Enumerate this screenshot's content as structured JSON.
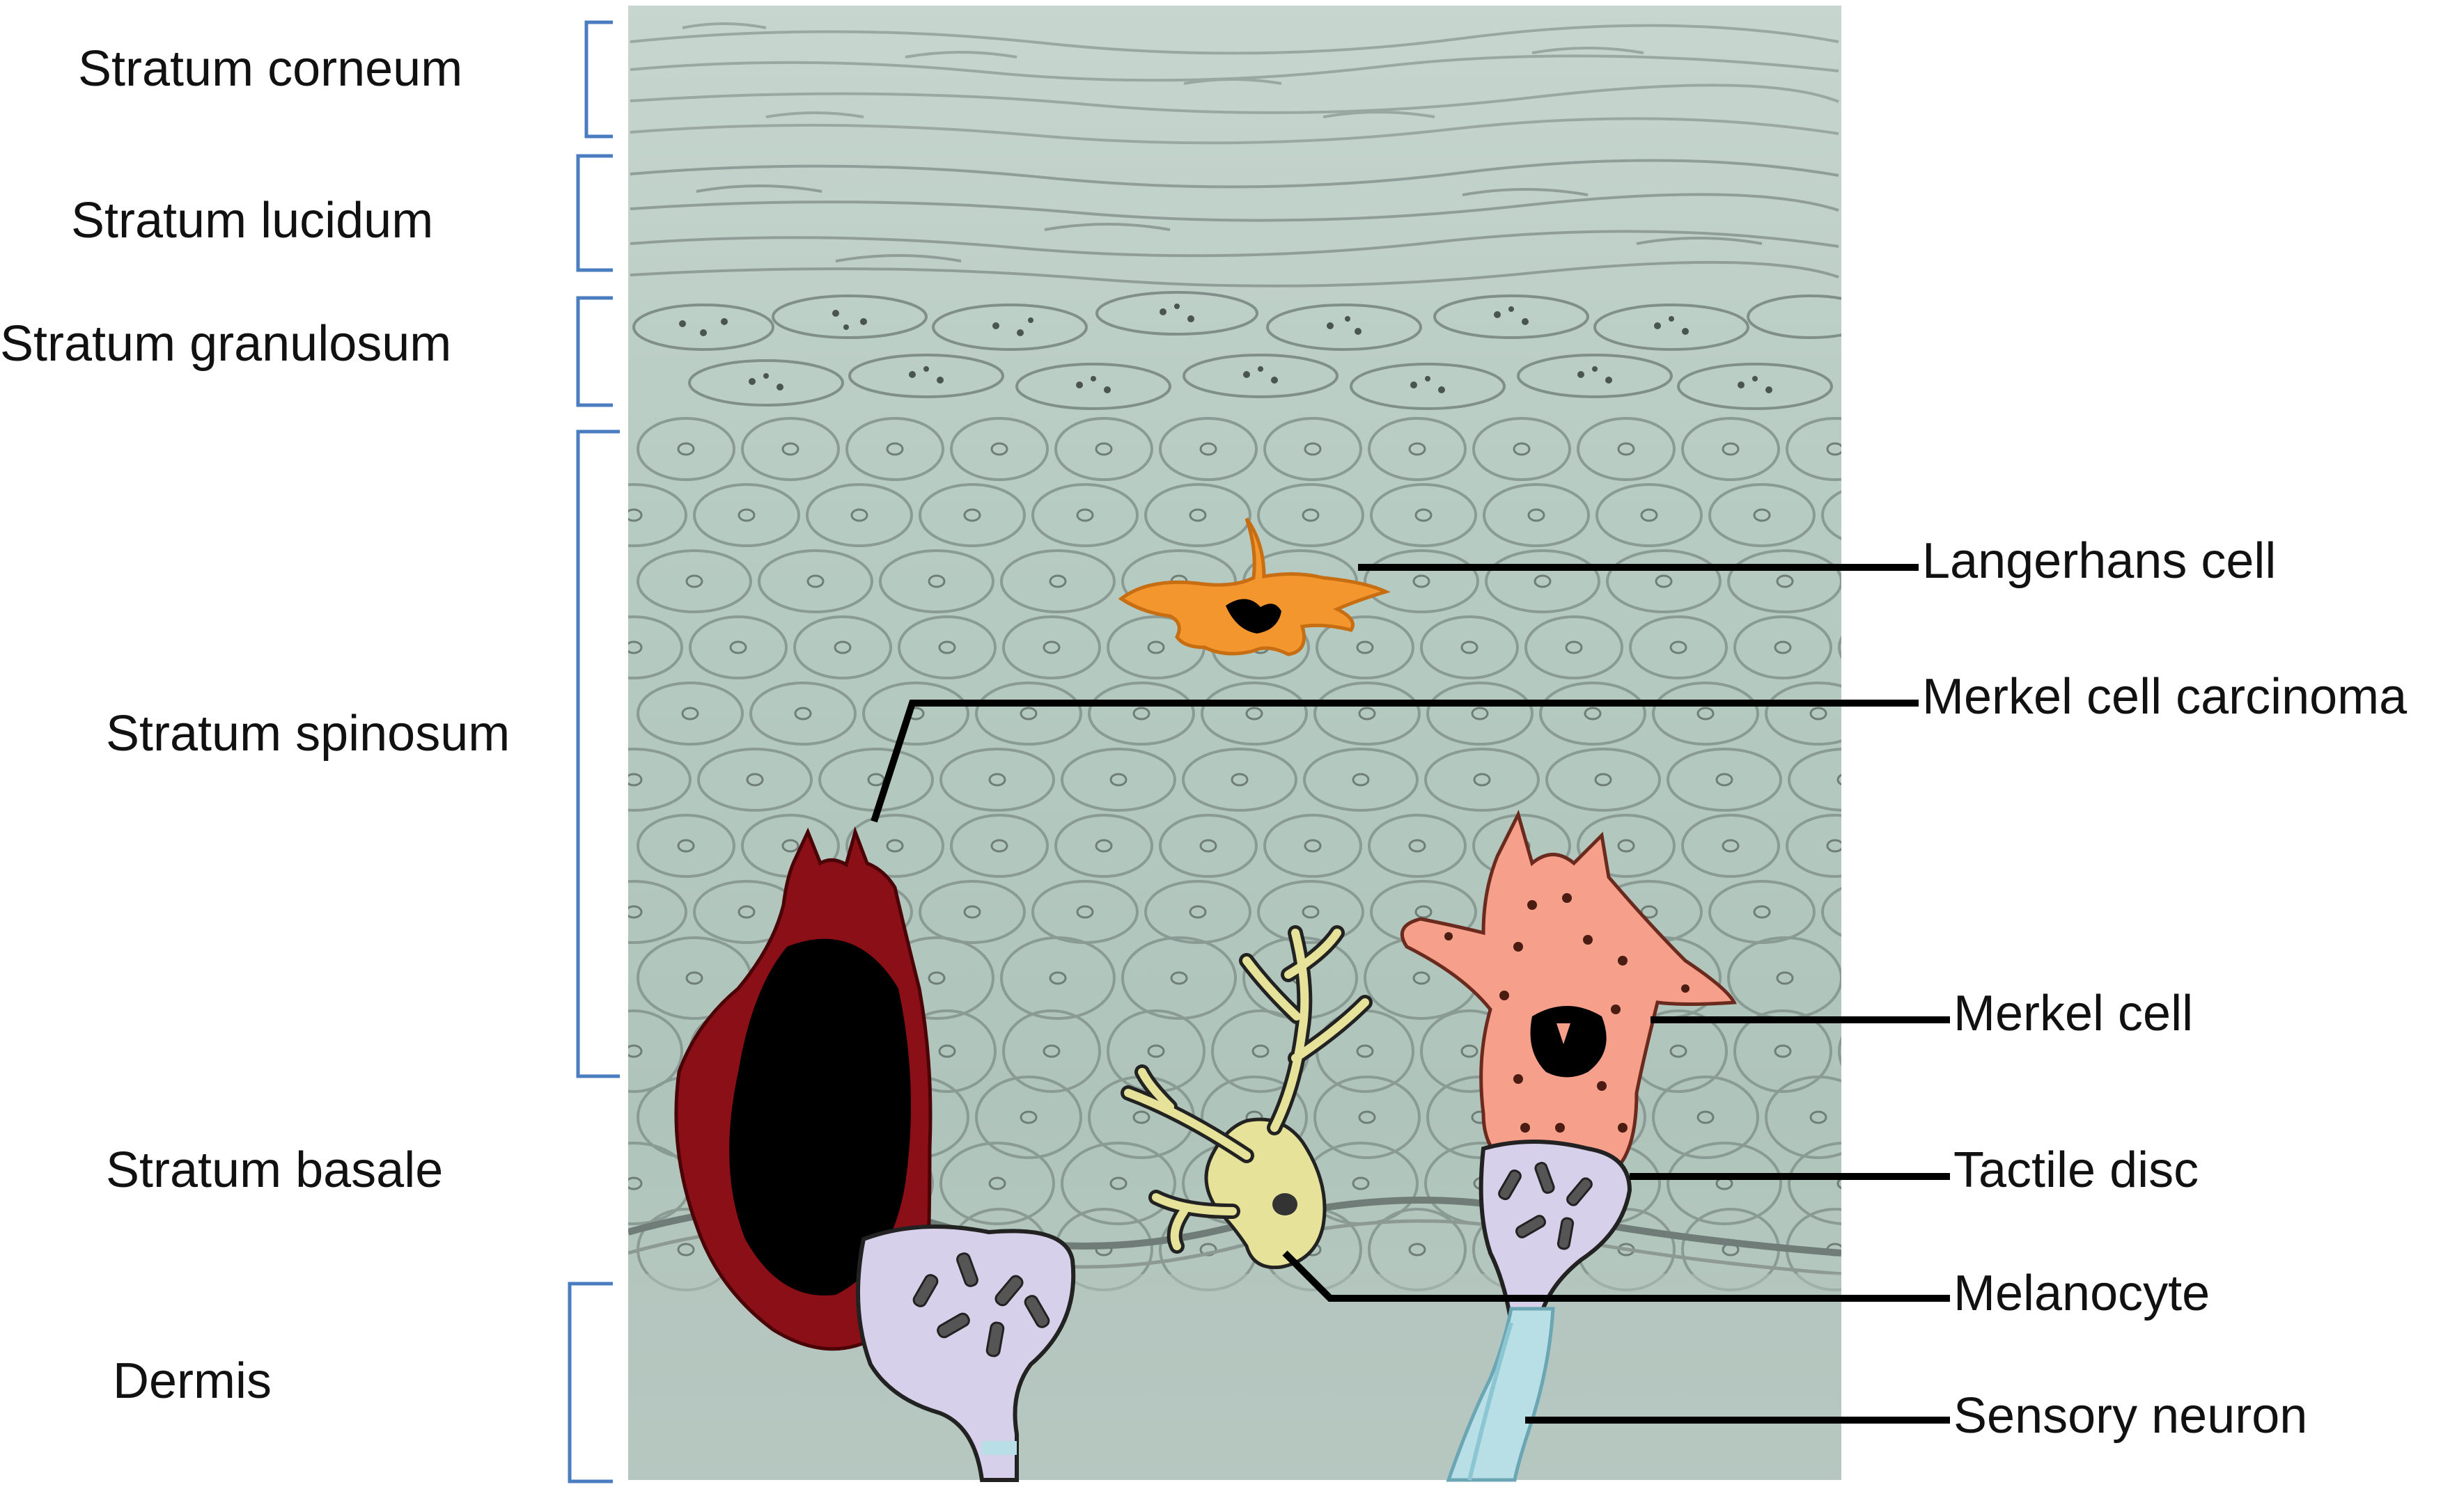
{
  "layers": [
    {
      "key": "corneum",
      "label": "Stratum corneum"
    },
    {
      "key": "lucidum",
      "label": "Stratum lucidum"
    },
    {
      "key": "granulosum",
      "label": "Stratum granulosum"
    },
    {
      "key": "spinosum",
      "label": "Stratum spinosum"
    },
    {
      "key": "basale",
      "label": "Stratum basale"
    },
    {
      "key": "dermis",
      "label": "Dermis"
    }
  ],
  "callouts": [
    {
      "key": "langerhans",
      "label": "Langerhans cell"
    },
    {
      "key": "mcc",
      "label": "Merkel cell carcinoma"
    },
    {
      "key": "merkel",
      "label": "Merkel cell"
    },
    {
      "key": "tactile",
      "label": "Tactile disc"
    },
    {
      "key": "melanocyte",
      "label": "Melanocyte"
    },
    {
      "key": "neuron",
      "label": "Sensory neuron"
    }
  ],
  "colors": {
    "tissue": "#b3c8c0",
    "tissue_upper": "#c2d2ca",
    "cell_outline": "#8a9a94",
    "bracket": "#4a7cc0",
    "leader": "#000000",
    "langerhans": "#f4962e",
    "mcc": "#8a0f16",
    "merkel": "#f6a08c",
    "melanocyte": "#e6e29a",
    "tactile_disc": "#d7d0ea",
    "sensory_neuron": "#b8dfe6",
    "nucleus": "#000000"
  }
}
